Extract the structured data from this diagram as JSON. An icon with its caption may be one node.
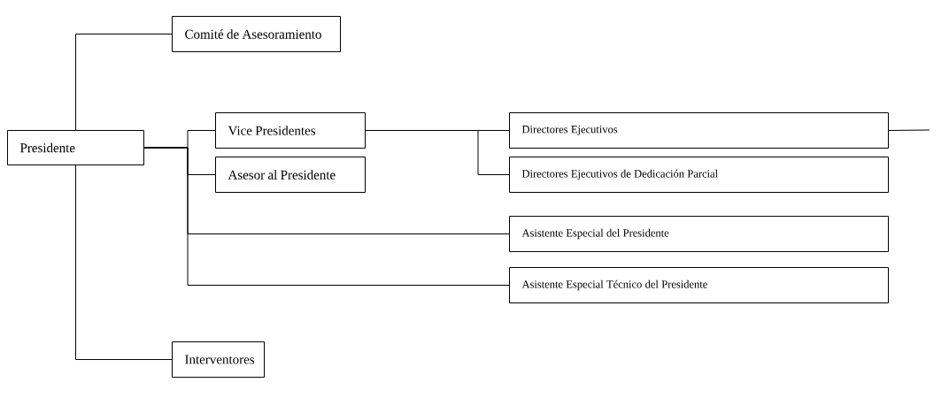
{
  "diagram": {
    "nodes": [
      {
        "text": [
          "Presidente"
        ]
      },
      {
        "text": [
          "Comité de Asesoramiento"
        ]
      },
      {
        "text": [
          "Vice Presidentes"
        ]
      },
      {
        "text": [
          "Asesor al Presidente"
        ]
      },
      {
        "text": [
          "Directores Ejecutivos"
        ]
      },
      {
        "text": [
          "Directores Ejecutivos de Dedicación Parcial"
        ]
      },
      {
        "text": [
          "Asistente Especial del Presidente"
        ]
      },
      {
        "text": [
          "Asistente Especial Técnico del Presidente"
        ]
      },
      {
        "text": [
          "Interventores"
        ]
      }
    ],
    "edges": [
      {
        "from": 0,
        "to": 1,
        "arrow": "none"
      },
      {
        "from": 0,
        "to": 2,
        "arrow": "none"
      },
      {
        "from": 0,
        "to": 3,
        "arrow": "none"
      },
      {
        "from": 0,
        "to": 6,
        "arrow": "none"
      },
      {
        "from": 0,
        "to": 7,
        "arrow": "none"
      },
      {
        "from": 0,
        "to": 8,
        "arrow": "none"
      },
      {
        "from": 2,
        "to": 4,
        "arrow": "none"
      },
      {
        "from": 2,
        "to": 5,
        "arrow": "none"
      },
      {
        "from": 4,
        "to": null,
        "arrow": "none"
      }
    ]
  }
}
